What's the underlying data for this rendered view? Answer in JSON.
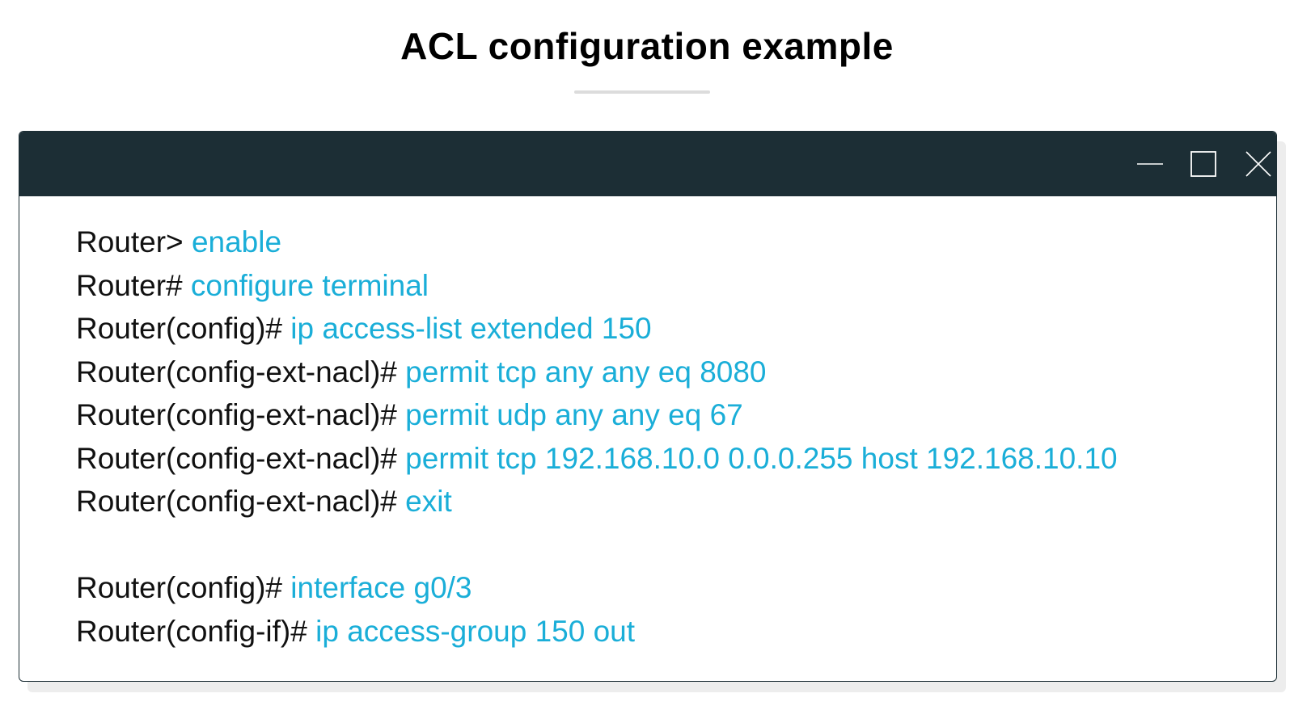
{
  "page": {
    "title": "ACL configuration example"
  },
  "window": {
    "controls": [
      {
        "name": "minimize",
        "icon": "minimize-icon"
      },
      {
        "name": "maximize",
        "icon": "maximize-icon"
      },
      {
        "name": "close",
        "icon": "close-icon"
      }
    ]
  },
  "colors": {
    "titlebar": "#1c2e35",
    "prompt": "#111111",
    "command": "#1aaed8",
    "underline": "#dcdcdc"
  },
  "terminal": {
    "lines": [
      {
        "prompt": "Router>",
        "command": "enable"
      },
      {
        "prompt": "Router#",
        "command": "configure terminal"
      },
      {
        "prompt": "Router(config)#",
        "command": "ip access-list extended 150"
      },
      {
        "prompt": "Router(config-ext-nacl)#",
        "command": "permit tcp any any eq 8080"
      },
      {
        "prompt": "Router(config-ext-nacl)#",
        "command": "permit udp any any eq 67"
      },
      {
        "prompt": "Router(config-ext-nacl)#",
        "command": "permit tcp 192.168.10.0 0.0.0.255 host 192.168.10.10"
      },
      {
        "prompt": "Router(config-ext-nacl)#",
        "command": "exit"
      },
      {
        "prompt": "",
        "command": ""
      },
      {
        "prompt": "Router(config)#",
        "command": "interface g0/3"
      },
      {
        "prompt": "Router(config-if)#",
        "command": "ip access-group 150 out"
      }
    ]
  }
}
